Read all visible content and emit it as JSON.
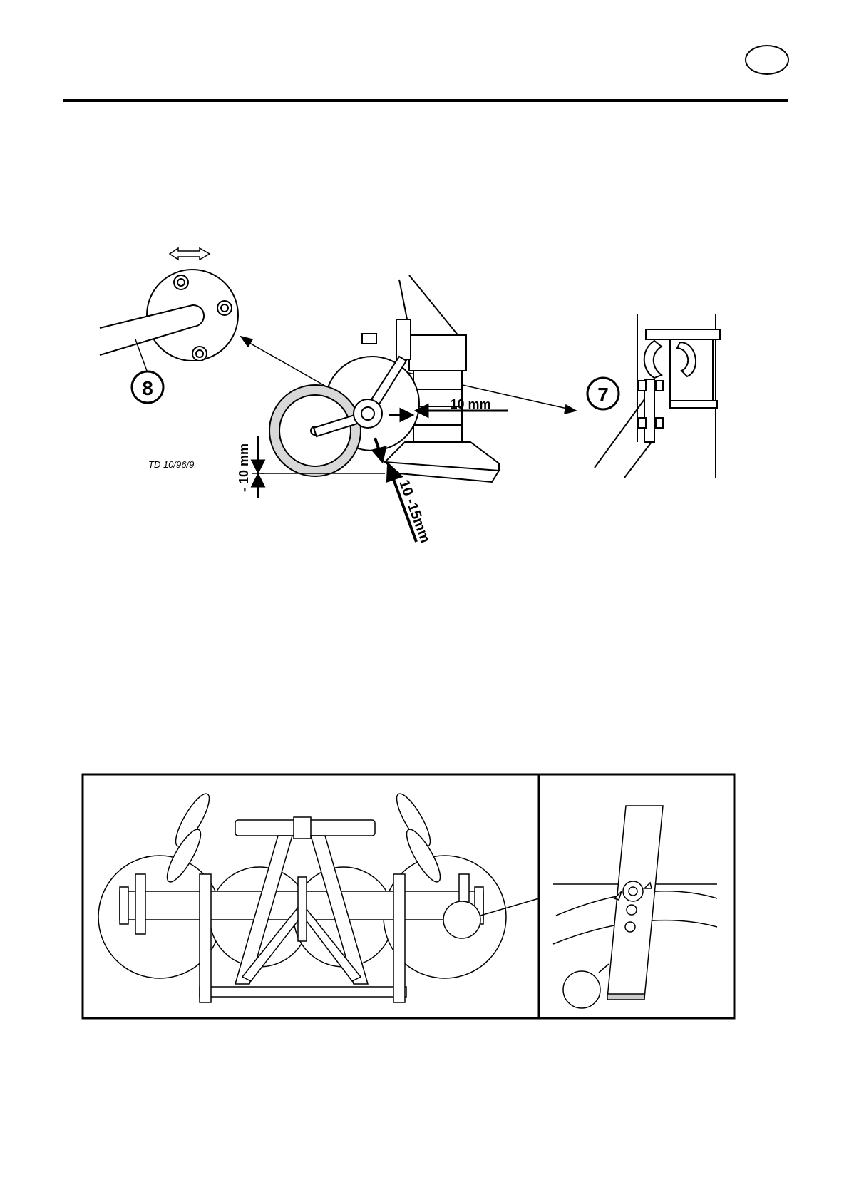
{
  "header": {
    "language_badge": ""
  },
  "figure_top": {
    "callout_8": "8",
    "callout_7": "7",
    "dim_horizontal": "10 mm",
    "dim_vertical": "- 10 mm",
    "dim_diagonal": "10 -15mm",
    "figure_code": "TD 10/96/9"
  },
  "figure_bottom": {
    "detail_callout": ""
  }
}
